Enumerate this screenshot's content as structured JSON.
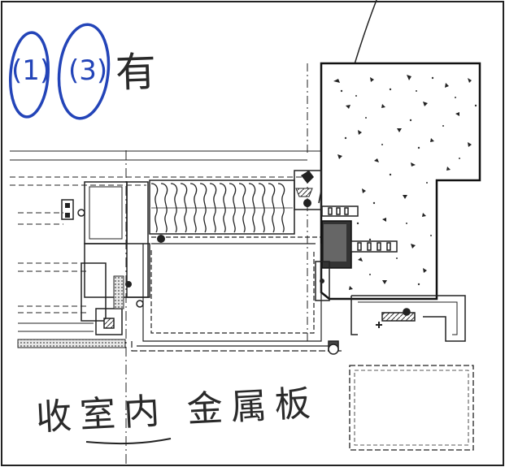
{
  "annotations": {
    "mark_1": "(1)",
    "mark_2": "(3)",
    "top_note": "有",
    "bottom_note": "收室内 金属板"
  },
  "colors": {
    "ink": "#2a2a2a",
    "blue_pen": "#2344b8",
    "paper": "#ffffff"
  }
}
